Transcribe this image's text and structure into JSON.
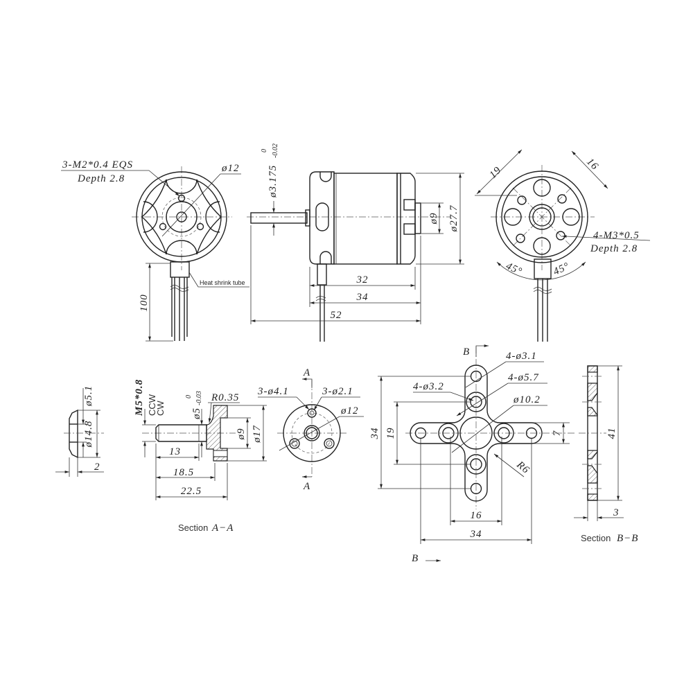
{
  "drawing": {
    "motor_front": {
      "thread_label": "3-M2*0.4  EQS",
      "depth_label": "Depth  2.8",
      "diameter_label": "ø12",
      "heat_shrink_label": "Heat shrink tube",
      "lead_length": "100"
    },
    "motor_side": {
      "shaft_diameter": "ø3.175",
      "shaft_tol_upper": "0",
      "shaft_tol_lower": "-0.02",
      "hub_diameter": "ø9",
      "body_diameter": "ø27.7",
      "body_length": "32",
      "total_body_length": "34",
      "overall_length": "52"
    },
    "motor_rear": {
      "spacing_a": "19",
      "spacing_b": "16",
      "thread_label": "4-M3*0.5",
      "depth_label": "Depth  2.8",
      "angle_left": "45°",
      "angle_right": "45°"
    },
    "washer": {
      "inner_diameter": "ø5.1",
      "outer_diameter": "ø14.8",
      "thickness": "2"
    },
    "shaft_adapter": {
      "thread": "M5*0.8",
      "ccw": "CCW",
      "cw": "CW",
      "bore": "ø5",
      "bore_tol_upper": "0",
      "bore_tol_lower": "-0.03",
      "radius": "R0.35",
      "recess_diameter": "ø9",
      "flange_diameter": "ø17",
      "thread_length": "13",
      "mid_length": "18.5",
      "total_length": "22.5",
      "section_label": "Section",
      "section_name": "A−A"
    },
    "adapter_front": {
      "section_mark_top": "A",
      "section_mark_bottom": "A",
      "holes_large": "3-ø4.1",
      "holes_small": "3-ø2.1",
      "pitch_diameter": "ø12"
    },
    "x_mount": {
      "section_mark_top": "B",
      "section_mark_bottom": "B",
      "outer_holes": "4-ø3.1",
      "inner_holes": "4-ø3.2",
      "counterbore": "4-ø5.7",
      "center_hole": "ø10.2",
      "fillet": "R6",
      "outer_spacing_v": "34",
      "inner_spacing_v": "19",
      "arm_width": "7",
      "inner_spacing_h": "16",
      "outer_spacing_h": "34"
    },
    "section_bb": {
      "height": "41",
      "thickness": "3",
      "section_label": "Section",
      "section_name": "B−B"
    }
  }
}
